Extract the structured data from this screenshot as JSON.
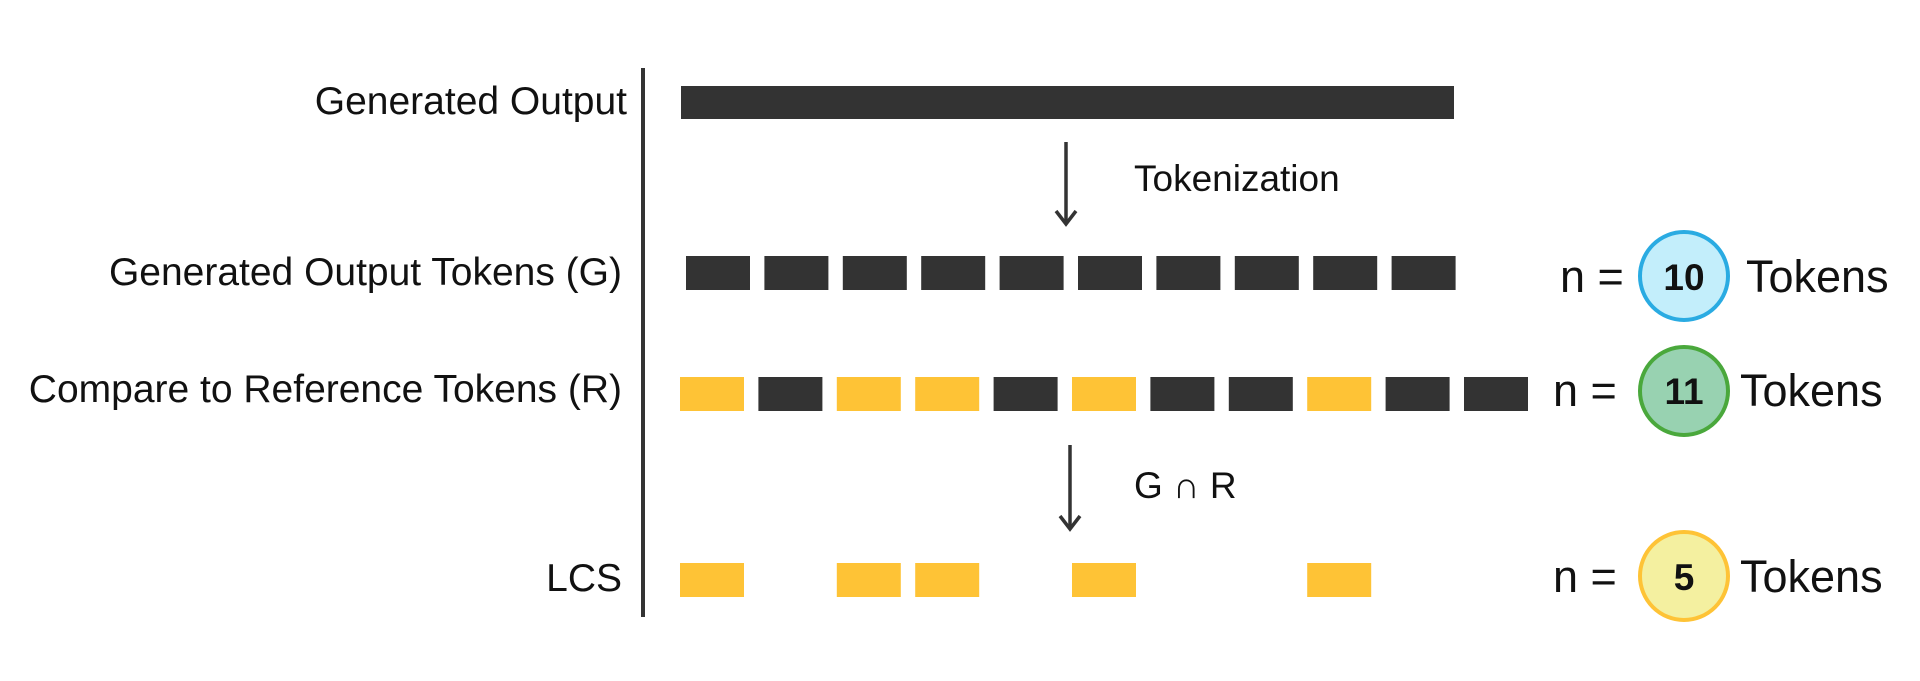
{
  "colors": {
    "dark_token": "#333333",
    "match_token": "#FEC336",
    "axis": "#333333",
    "arrow": "#333333"
  },
  "rows": [
    {
      "label": "Generated Output",
      "kind": "bar"
    },
    {
      "label": "Generated Output Tokens (G)",
      "kind": "tokens",
      "tokens": [
        "dark",
        "dark",
        "dark",
        "dark",
        "dark",
        "dark",
        "dark",
        "dark",
        "dark",
        "dark"
      ]
    },
    {
      "label": "Compare to Reference Tokens (R)",
      "kind": "tokens",
      "tokens": [
        "match",
        "dark",
        "match",
        "match",
        "dark",
        "match",
        "dark",
        "dark",
        "match",
        "dark",
        "dark"
      ]
    },
    {
      "label": "LCS",
      "kind": "tokens",
      "tokens": [
        "match",
        "gap",
        "match",
        "match",
        "gap",
        "match",
        "gap",
        "gap",
        "match",
        "gap",
        "gap"
      ]
    }
  ],
  "steps": [
    {
      "label": "Tokenization"
    },
    {
      "label": "G ∩ R"
    }
  ],
  "counts": [
    {
      "prefix": "n =",
      "value": "10",
      "suffix": "Tokens",
      "fill": "#C3EEFB",
      "stroke": "#2AABE2"
    },
    {
      "prefix": "n =",
      "value": "11",
      "suffix": "Tokens",
      "fill": "#98D2B1",
      "stroke": "#4AA83C"
    },
    {
      "prefix": "n =",
      "value": "5",
      "suffix": "Tokens",
      "fill": "#F4F0A0",
      "stroke": "#FEC336"
    }
  ]
}
